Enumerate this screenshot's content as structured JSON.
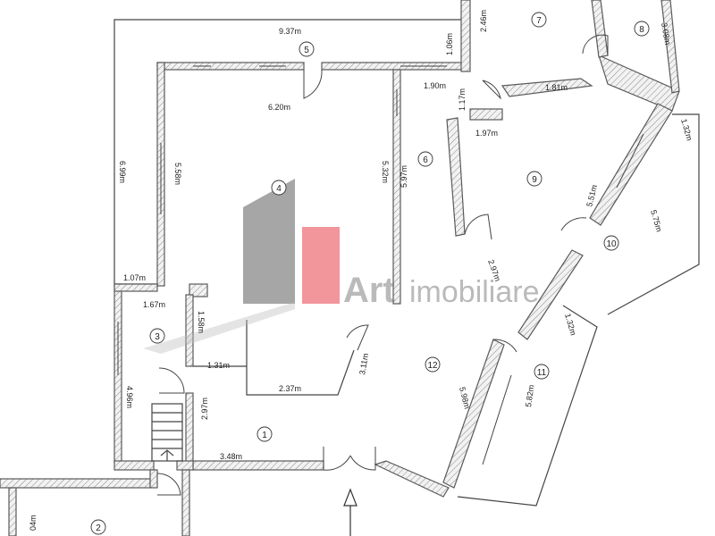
{
  "watermark": {
    "brand_bold": "Art",
    "brand_text": "imobiliare",
    "colors": {
      "gray": "#8a8a8a",
      "red": "#ee7d84"
    }
  },
  "rooms": [
    {
      "id": "r1",
      "label": "1"
    },
    {
      "id": "r2",
      "label": "2"
    },
    {
      "id": "r3",
      "label": "3"
    },
    {
      "id": "r4",
      "label": "4"
    },
    {
      "id": "r5",
      "label": "5"
    },
    {
      "id": "r6",
      "label": "6"
    },
    {
      "id": "r7",
      "label": "7"
    },
    {
      "id": "r8",
      "label": "8"
    },
    {
      "id": "r9",
      "label": "9"
    },
    {
      "id": "r10",
      "label": "10"
    },
    {
      "id": "r11",
      "label": "11"
    },
    {
      "id": "r12",
      "label": "12"
    }
  ],
  "dimensions": [
    "9.37m",
    "1.06m",
    "2.46m",
    "3.08m",
    "6.20m",
    "6.99m",
    "5.58m",
    "5.32m",
    "5.97m",
    "1.90m",
    "1.17m",
    "1.81m",
    "1.97m",
    "1.32m",
    "5.51m",
    "5.75m",
    "2.97m",
    "1.07m",
    "1.67m",
    "1.58m",
    "1.31m",
    "2.37m",
    "3.11m",
    "4.96m",
    "2.97m",
    "3.48m",
    "5.98m",
    "5.82m",
    "1.32m",
    "04m"
  ]
}
